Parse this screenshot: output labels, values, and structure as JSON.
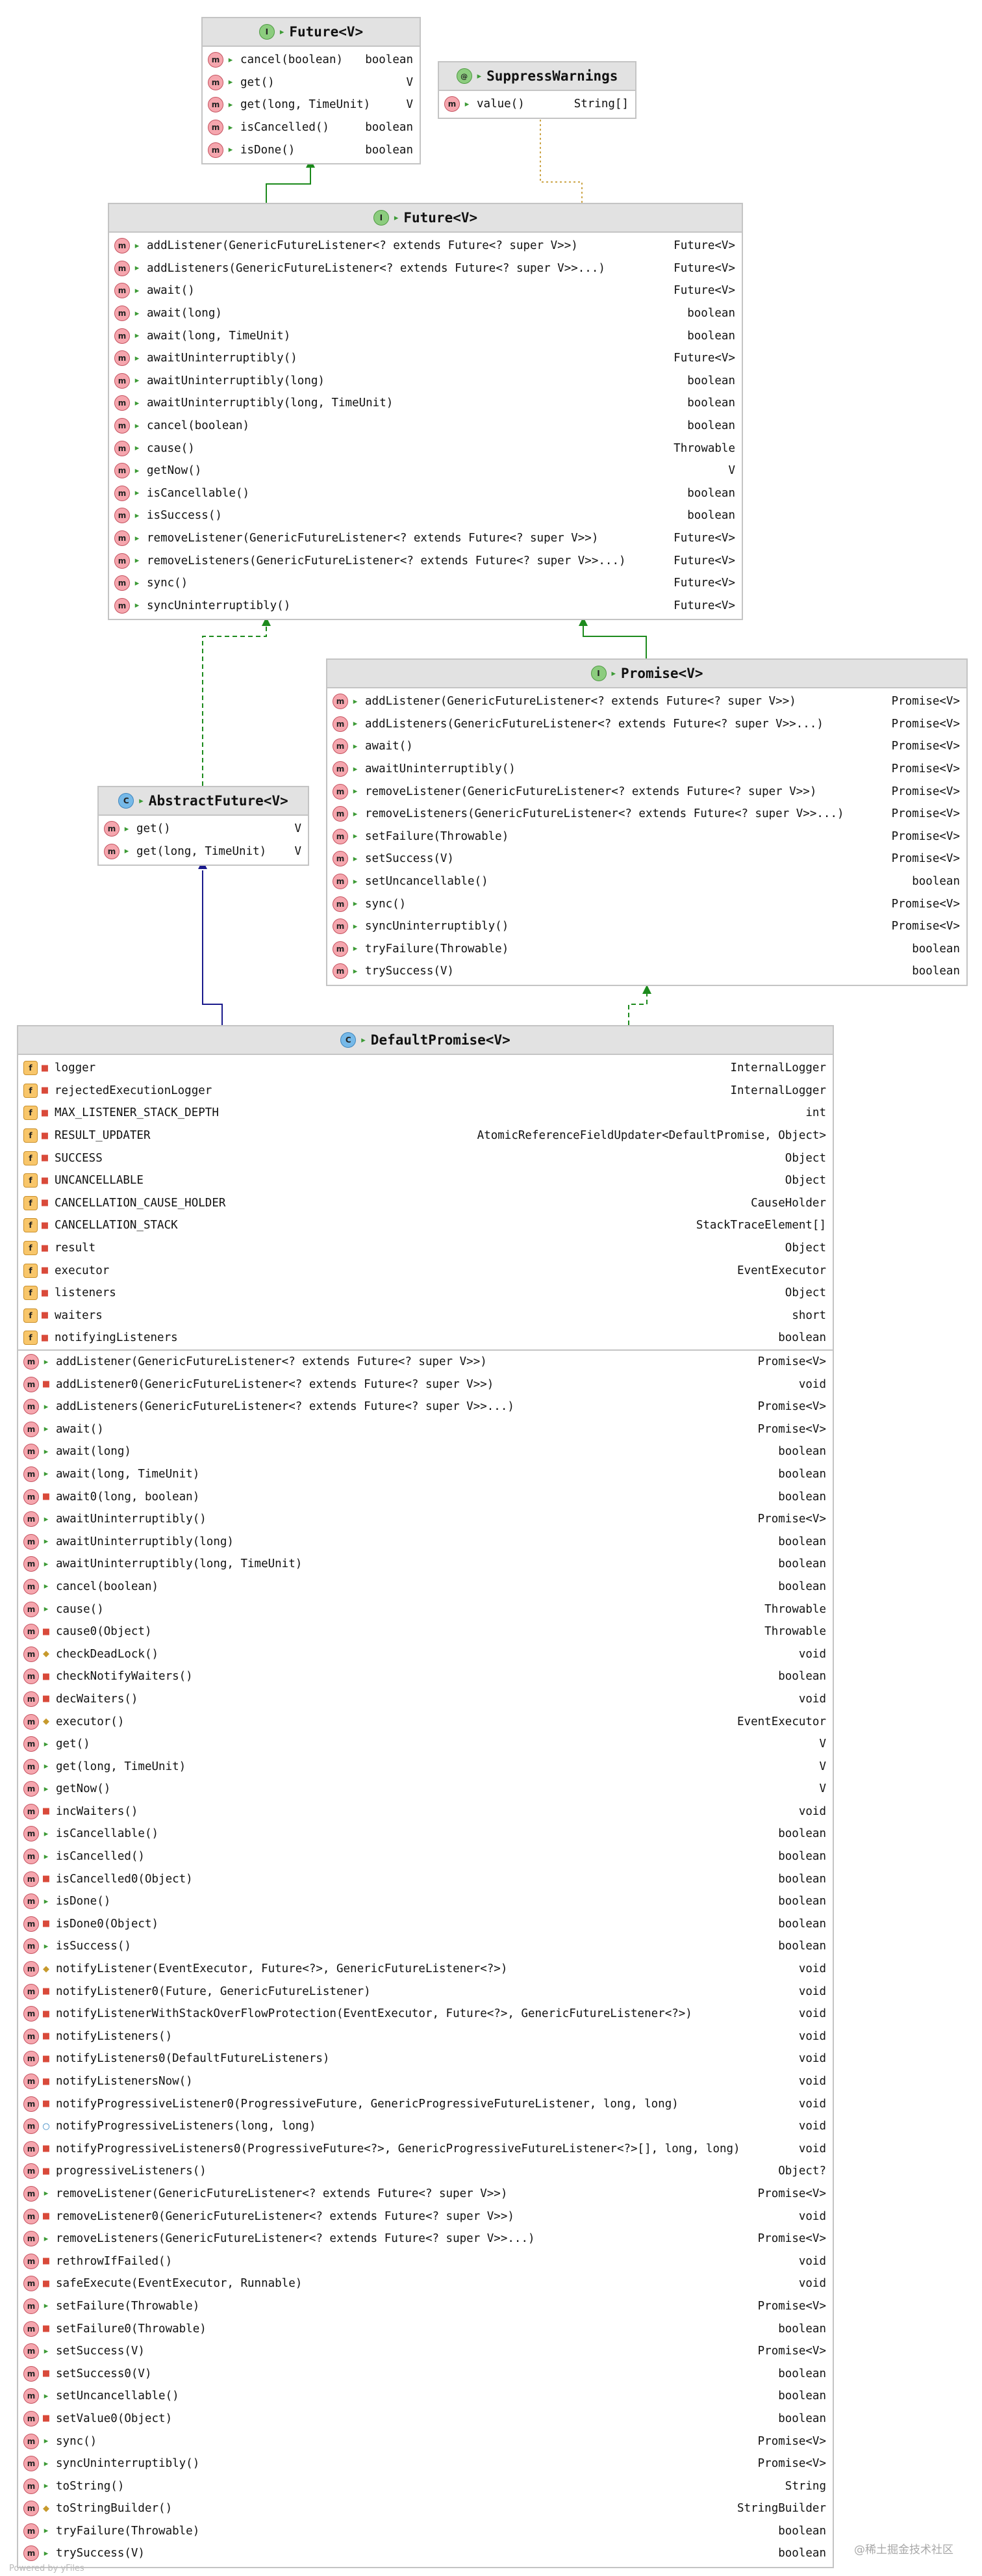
{
  "colors": {
    "realization_edge": "#1c8a1c",
    "inheritance_edge": "#1a1a8c",
    "annotation_edge": "#cda64a"
  },
  "icon_legend": {
    "m": "method-icon",
    "f": "field-icon",
    "I": "interface-icon",
    "C": "class-icon",
    "@": "annotation-icon"
  },
  "boxes": [
    {
      "id": "future_jdk",
      "title": "Future<V>",
      "kind": "I",
      "rows": [
        {
          "icon": "m",
          "vis": "pub",
          "name": "cancel(boolean)",
          "type": "boolean"
        },
        {
          "icon": "m",
          "vis": "pub",
          "name": "get()",
          "type": "V"
        },
        {
          "icon": "m",
          "vis": "pub",
          "name": "get(long, TimeUnit)",
          "type": "V"
        },
        {
          "icon": "m",
          "vis": "pub",
          "name": "isCancelled()",
          "type": "boolean"
        },
        {
          "icon": "m",
          "vis": "pub",
          "name": "isDone()",
          "type": "boolean"
        }
      ]
    },
    {
      "id": "suppress",
      "title": "SuppressWarnings",
      "kind": "@",
      "rows": [
        {
          "icon": "m",
          "vis": "pub",
          "name": "value()",
          "type": "String[]"
        }
      ]
    },
    {
      "id": "future_netty",
      "title": "Future<V>",
      "kind": "I",
      "rows": [
        {
          "icon": "m",
          "vis": "pub",
          "name": "addListener(GenericFutureListener<? extends Future<? super V>>)",
          "type": "Future<V>"
        },
        {
          "icon": "m",
          "vis": "pub",
          "name": "addListeners(GenericFutureListener<? extends Future<? super V>>...)",
          "type": "Future<V>"
        },
        {
          "icon": "m",
          "vis": "pub",
          "name": "await()",
          "type": "Future<V>"
        },
        {
          "icon": "m",
          "vis": "pub",
          "name": "await(long)",
          "type": "boolean"
        },
        {
          "icon": "m",
          "vis": "pub",
          "name": "await(long, TimeUnit)",
          "type": "boolean"
        },
        {
          "icon": "m",
          "vis": "pub",
          "name": "awaitUninterruptibly()",
          "type": "Future<V>"
        },
        {
          "icon": "m",
          "vis": "pub",
          "name": "awaitUninterruptibly(long)",
          "type": "boolean"
        },
        {
          "icon": "m",
          "vis": "pub",
          "name": "awaitUninterruptibly(long, TimeUnit)",
          "type": "boolean"
        },
        {
          "icon": "m",
          "vis": "pub",
          "name": "cancel(boolean)",
          "type": "boolean"
        },
        {
          "icon": "m",
          "vis": "pub",
          "name": "cause()",
          "type": "Throwable"
        },
        {
          "icon": "m",
          "vis": "pub",
          "name": "getNow()",
          "type": "V"
        },
        {
          "icon": "m",
          "vis": "pub",
          "name": "isCancellable()",
          "type": "boolean"
        },
        {
          "icon": "m",
          "vis": "pub",
          "name": "isSuccess()",
          "type": "boolean"
        },
        {
          "icon": "m",
          "vis": "pub",
          "name": "removeListener(GenericFutureListener<? extends Future<? super V>>)",
          "type": "Future<V>"
        },
        {
          "icon": "m",
          "vis": "pub",
          "name": "removeListeners(GenericFutureListener<? extends Future<? super V>>...)",
          "type": "Future<V>"
        },
        {
          "icon": "m",
          "vis": "pub",
          "name": "sync()",
          "type": "Future<V>"
        },
        {
          "icon": "m",
          "vis": "pub",
          "name": "syncUninterruptibly()",
          "type": "Future<V>"
        }
      ]
    },
    {
      "id": "promise",
      "title": "Promise<V>",
      "kind": "I",
      "rows": [
        {
          "icon": "m",
          "vis": "pub",
          "name": "addListener(GenericFutureListener<? extends Future<? super V>>)",
          "type": "Promise<V>"
        },
        {
          "icon": "m",
          "vis": "pub",
          "name": "addListeners(GenericFutureListener<? extends Future<? super V>>...)",
          "type": "Promise<V>"
        },
        {
          "icon": "m",
          "vis": "pub",
          "name": "await()",
          "type": "Promise<V>"
        },
        {
          "icon": "m",
          "vis": "pub",
          "name": "awaitUninterruptibly()",
          "type": "Promise<V>"
        },
        {
          "icon": "m",
          "vis": "pub",
          "name": "removeListener(GenericFutureListener<? extends Future<? super V>>)",
          "type": "Promise<V>"
        },
        {
          "icon": "m",
          "vis": "pub",
          "name": "removeListeners(GenericFutureListener<? extends Future<? super V>>...)",
          "type": "Promise<V>"
        },
        {
          "icon": "m",
          "vis": "pub",
          "name": "setFailure(Throwable)",
          "type": "Promise<V>"
        },
        {
          "icon": "m",
          "vis": "pub",
          "name": "setSuccess(V)",
          "type": "Promise<V>"
        },
        {
          "icon": "m",
          "vis": "pub",
          "name": "setUncancellable()",
          "type": "boolean"
        },
        {
          "icon": "m",
          "vis": "pub",
          "name": "sync()",
          "type": "Promise<V>"
        },
        {
          "icon": "m",
          "vis": "pub",
          "name": "syncUninterruptibly()",
          "type": "Promise<V>"
        },
        {
          "icon": "m",
          "vis": "pub",
          "name": "tryFailure(Throwable)",
          "type": "boolean"
        },
        {
          "icon": "m",
          "vis": "pub",
          "name": "trySuccess(V)",
          "type": "boolean"
        }
      ]
    },
    {
      "id": "abstract_future",
      "title": "AbstractFuture<V>",
      "kind": "C",
      "rows": [
        {
          "icon": "m",
          "vis": "pub",
          "name": "get()",
          "type": "V"
        },
        {
          "icon": "m",
          "vis": "pub",
          "name": "get(long, TimeUnit)",
          "type": "V"
        }
      ]
    },
    {
      "id": "default_promise",
      "title": "DefaultPromise<V>",
      "kind": "C",
      "rows": [
        {
          "icon": "f",
          "vis": "priv",
          "name": "logger",
          "type": "InternalLogger"
        },
        {
          "icon": "f",
          "vis": "priv",
          "name": "rejectedExecutionLogger",
          "type": "InternalLogger"
        },
        {
          "icon": "f",
          "vis": "priv",
          "name": "MAX_LISTENER_STACK_DEPTH",
          "type": "int"
        },
        {
          "icon": "f",
          "vis": "priv",
          "name": "RESULT_UPDATER",
          "type": "AtomicReferenceFieldUpdater<DefaultPromise, Object>"
        },
        {
          "icon": "f",
          "vis": "priv",
          "name": "SUCCESS",
          "type": "Object"
        },
        {
          "icon": "f",
          "vis": "priv",
          "name": "UNCANCELLABLE",
          "type": "Object"
        },
        {
          "icon": "f",
          "vis": "priv",
          "name": "CANCELLATION_CAUSE_HOLDER",
          "type": "CauseHolder"
        },
        {
          "icon": "f",
          "vis": "priv",
          "name": "CANCELLATION_STACK",
          "type": "StackTraceElement[]"
        },
        {
          "icon": "f",
          "vis": "priv",
          "name": "result",
          "type": "Object"
        },
        {
          "icon": "f",
          "vis": "priv",
          "name": "executor",
          "type": "EventExecutor"
        },
        {
          "icon": "f",
          "vis": "priv",
          "name": "listeners",
          "type": "Object"
        },
        {
          "icon": "f",
          "vis": "priv",
          "name": "waiters",
          "type": "short"
        },
        {
          "icon": "f",
          "vis": "priv",
          "name": "notifyingListeners",
          "type": "boolean"
        },
        {
          "icon": "m",
          "vis": "pub",
          "name": "addListener(GenericFutureListener<? extends Future<? super V>>)",
          "type": "Promise<V>",
          "sep": true
        },
        {
          "icon": "m",
          "vis": "priv",
          "name": "addListener0(GenericFutureListener<? extends Future<? super V>>)",
          "type": "void"
        },
        {
          "icon": "m",
          "vis": "pub",
          "name": "addListeners(GenericFutureListener<? extends Future<? super V>>...)",
          "type": "Promise<V>"
        },
        {
          "icon": "m",
          "vis": "pub",
          "name": "await()",
          "type": "Promise<V>"
        },
        {
          "icon": "m",
          "vis": "pub",
          "name": "await(long)",
          "type": "boolean"
        },
        {
          "icon": "m",
          "vis": "pub",
          "name": "await(long, TimeUnit)",
          "type": "boolean"
        },
        {
          "icon": "m",
          "vis": "priv",
          "name": "await0(long, boolean)",
          "type": "boolean"
        },
        {
          "icon": "m",
          "vis": "pub",
          "name": "awaitUninterruptibly()",
          "type": "Promise<V>"
        },
        {
          "icon": "m",
          "vis": "pub",
          "name": "awaitUninterruptibly(long)",
          "type": "boolean"
        },
        {
          "icon": "m",
          "vis": "pub",
          "name": "awaitUninterruptibly(long, TimeUnit)",
          "type": "boolean"
        },
        {
          "icon": "m",
          "vis": "pub",
          "name": "cancel(boolean)",
          "type": "boolean"
        },
        {
          "icon": "m",
          "vis": "pub",
          "name": "cause()",
          "type": "Throwable"
        },
        {
          "icon": "m",
          "vis": "priv",
          "name": "cause0(Object)",
          "type": "Throwable"
        },
        {
          "icon": "m",
          "vis": "prot",
          "name": "checkDeadLock()",
          "type": "void"
        },
        {
          "icon": "m",
          "vis": "priv",
          "name": "checkNotifyWaiters()",
          "type": "boolean"
        },
        {
          "icon": "m",
          "vis": "priv",
          "name": "decWaiters()",
          "type": "void"
        },
        {
          "icon": "m",
          "vis": "prot",
          "name": "executor()",
          "type": "EventExecutor"
        },
        {
          "icon": "m",
          "vis": "pub",
          "name": "get()",
          "type": "V"
        },
        {
          "icon": "m",
          "vis": "pub",
          "name": "get(long, TimeUnit)",
          "type": "V"
        },
        {
          "icon": "m",
          "vis": "pub",
          "name": "getNow()",
          "type": "V"
        },
        {
          "icon": "m",
          "vis": "priv",
          "name": "incWaiters()",
          "type": "void"
        },
        {
          "icon": "m",
          "vis": "pub",
          "name": "isCancellable()",
          "type": "boolean"
        },
        {
          "icon": "m",
          "vis": "pub",
          "name": "isCancelled()",
          "type": "boolean"
        },
        {
          "icon": "m",
          "vis": "priv",
          "name": "isCancelled0(Object)",
          "type": "boolean"
        },
        {
          "icon": "m",
          "vis": "pub",
          "name": "isDone()",
          "type": "boolean"
        },
        {
          "icon": "m",
          "vis": "priv",
          "name": "isDone0(Object)",
          "type": "boolean"
        },
        {
          "icon": "m",
          "vis": "pub",
          "name": "isSuccess()",
          "type": "boolean"
        },
        {
          "icon": "m",
          "vis": "prot",
          "name": "notifyListener(EventExecutor, Future<?>, GenericFutureListener<?>)",
          "type": "void"
        },
        {
          "icon": "m",
          "vis": "priv",
          "name": "notifyListener0(Future, GenericFutureListener)",
          "type": "void"
        },
        {
          "icon": "m",
          "vis": "priv",
          "name": "notifyListenerWithStackOverFlowProtection(EventExecutor, Future<?>, GenericFutureListener<?>)",
          "type": "void"
        },
        {
          "icon": "m",
          "vis": "priv",
          "name": "notifyListeners()",
          "type": "void"
        },
        {
          "icon": "m",
          "vis": "priv",
          "name": "notifyListeners0(DefaultFutureListeners)",
          "type": "void"
        },
        {
          "icon": "m",
          "vis": "priv",
          "name": "notifyListenersNow()",
          "type": "void"
        },
        {
          "icon": "m",
          "vis": "priv",
          "name": "notifyProgressiveListener0(ProgressiveFuture, GenericProgressiveFutureListener, long, long)",
          "type": "void"
        },
        {
          "icon": "m",
          "vis": "pkg",
          "name": "notifyProgressiveListeners(long, long)",
          "type": "void"
        },
        {
          "icon": "m",
          "vis": "priv",
          "name": "notifyProgressiveListeners0(ProgressiveFuture<?>, GenericProgressiveFutureListener<?>[], long, long)",
          "type": "void"
        },
        {
          "icon": "m",
          "vis": "priv",
          "name": "progressiveListeners()",
          "type": "Object?"
        },
        {
          "icon": "m",
          "vis": "pub",
          "name": "removeListener(GenericFutureListener<? extends Future<? super V>>)",
          "type": "Promise<V>"
        },
        {
          "icon": "m",
          "vis": "priv",
          "name": "removeListener0(GenericFutureListener<? extends Future<? super V>>)",
          "type": "void"
        },
        {
          "icon": "m",
          "vis": "pub",
          "name": "removeListeners(GenericFutureListener<? extends Future<? super V>>...)",
          "type": "Promise<V>"
        },
        {
          "icon": "m",
          "vis": "priv",
          "name": "rethrowIfFailed()",
          "type": "void"
        },
        {
          "icon": "m",
          "vis": "priv",
          "name": "safeExecute(EventExecutor, Runnable)",
          "type": "void"
        },
        {
          "icon": "m",
          "vis": "pub",
          "name": "setFailure(Throwable)",
          "type": "Promise<V>"
        },
        {
          "icon": "m",
          "vis": "priv",
          "name": "setFailure0(Throwable)",
          "type": "boolean"
        },
        {
          "icon": "m",
          "vis": "pub",
          "name": "setSuccess(V)",
          "type": "Promise<V>"
        },
        {
          "icon": "m",
          "vis": "priv",
          "name": "setSuccess0(V)",
          "type": "boolean"
        },
        {
          "icon": "m",
          "vis": "pub",
          "name": "setUncancellable()",
          "type": "boolean"
        },
        {
          "icon": "m",
          "vis": "priv",
          "name": "setValue0(Object)",
          "type": "boolean"
        },
        {
          "icon": "m",
          "vis": "pub",
          "name": "sync()",
          "type": "Promise<V>"
        },
        {
          "icon": "m",
          "vis": "pub",
          "name": "syncUninterruptibly()",
          "type": "Promise<V>"
        },
        {
          "icon": "m",
          "vis": "pub",
          "name": "toString()",
          "type": "String"
        },
        {
          "icon": "m",
          "vis": "prot",
          "name": "toStringBuilder()",
          "type": "StringBuilder"
        },
        {
          "icon": "m",
          "vis": "pub",
          "name": "tryFailure(Throwable)",
          "type": "boolean"
        },
        {
          "icon": "m",
          "vis": "pub",
          "name": "trySuccess(V)",
          "type": "boolean"
        }
      ]
    }
  ],
  "edges": [
    {
      "from": "future_netty",
      "to": "future_jdk",
      "style": "solid-green"
    },
    {
      "from": "future_netty",
      "to": "suppress",
      "style": "dotted-annotation"
    },
    {
      "from": "promise",
      "to": "future_netty",
      "style": "solid-green"
    },
    {
      "from": "abstract_future",
      "to": "future_netty",
      "style": "dashed-green"
    },
    {
      "from": "default_promise",
      "to": "abstract_future",
      "style": "solid-blue"
    },
    {
      "from": "default_promise",
      "to": "promise",
      "style": "dashed-green"
    }
  ],
  "watermark": "@稀土掘金技术社区",
  "footer": "Powered by yFiles"
}
